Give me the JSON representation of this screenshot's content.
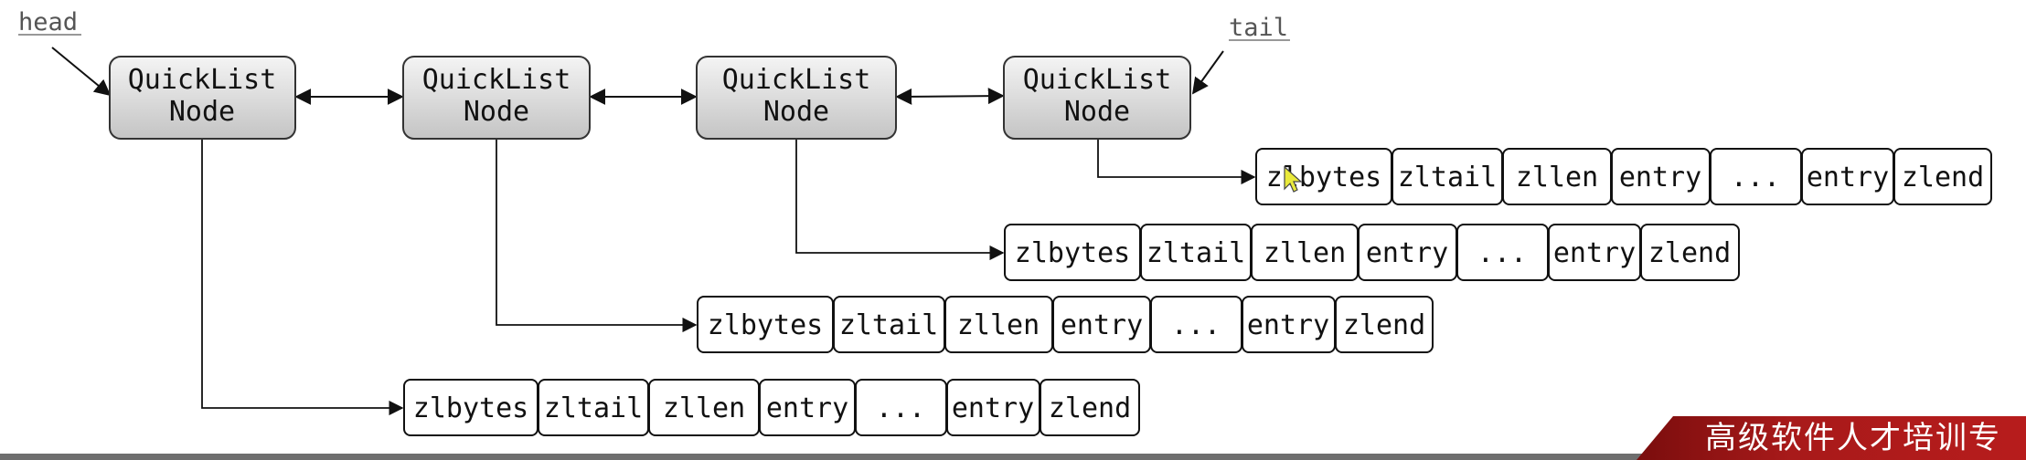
{
  "pointers": {
    "head": "head",
    "tail": "tail"
  },
  "nodes": [
    {
      "line1": "QuickList",
      "line2": "Node"
    },
    {
      "line1": "QuickList",
      "line2": "Node"
    },
    {
      "line1": "QuickList",
      "line2": "Node"
    },
    {
      "line1": "QuickList",
      "line2": "Node"
    }
  ],
  "ziplists": [
    {
      "cells": [
        "zlbytes",
        "zltail",
        "zllen",
        "entry",
        "...",
        "entry",
        "zlend"
      ]
    },
    {
      "cells": [
        "zlbytes",
        "zltail",
        "zllen",
        "entry",
        "...",
        "entry",
        "zlend"
      ]
    },
    {
      "cells": [
        "zlbytes",
        "zltail",
        "zllen",
        "entry",
        "...",
        "entry",
        "zlend"
      ]
    },
    {
      "cells": [
        "zlbytes",
        "zltail",
        "zllen",
        "entry",
        "...",
        "entry",
        "zlend"
      ]
    }
  ],
  "banner": {
    "text": "高级软件人才培训专"
  },
  "colors": {
    "banner": "#b71c1c",
    "node_fill": "#d6d6d6",
    "line": "#111111"
  }
}
